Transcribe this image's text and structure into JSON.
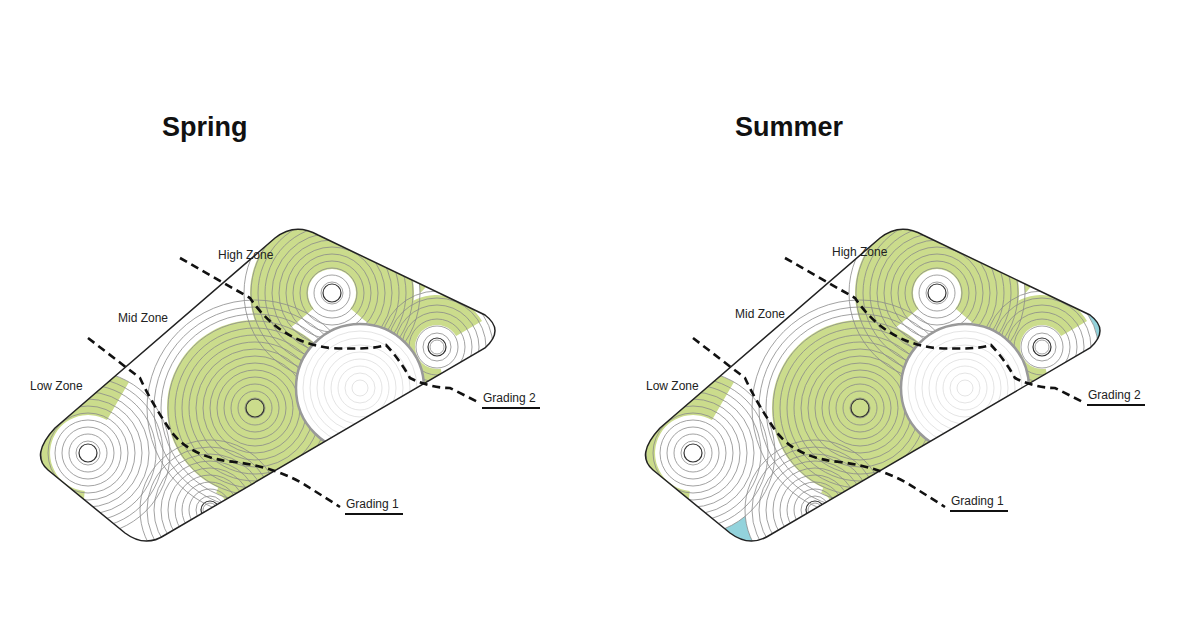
{
  "diagram": {
    "labels": [
      "Spring",
      "Summer",
      "High Zone",
      "Mid Zone",
      "Low Zone",
      "Grading 2",
      "Grading 1",
      "High Zone",
      "Mid Zone",
      "Low Zone",
      "Grading 2",
      "Grading 1"
    ]
  }
}
